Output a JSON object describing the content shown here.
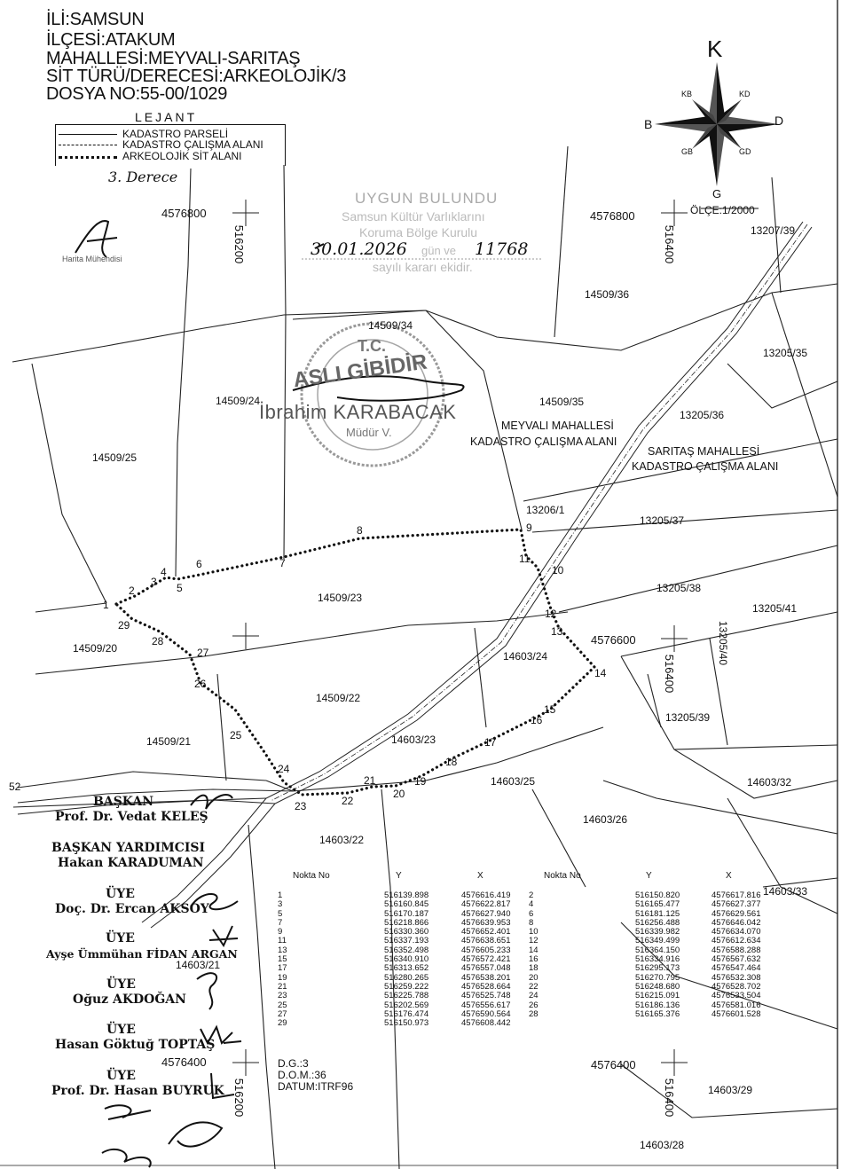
{
  "header": {
    "il": "İLİ:SAMSUN",
    "ilce": "İLÇESİ:ATAKUM",
    "mahalle": "MAHALLESİ:MEYVALI-SARITAŞ",
    "sit": "SİT TÜRÜ/DERECESİ:ARKEOLOJİK/3",
    "dosya": "DOSYA NO:55-00/1029"
  },
  "legend": {
    "title": "LEJANT",
    "items": [
      "KADASTRO PARSELİ",
      "KADASTRO ÇALIŞMA ALANI",
      "ARKEOLOJİK SİT ALANI"
    ],
    "handwritten": "3. Derece"
  },
  "compass": {
    "n": "K",
    "ne": "KD",
    "e": "D",
    "se": "GD",
    "s": "G",
    "sw": "GB",
    "w": "B",
    "nw": "KB"
  },
  "scale": "ÖLÇE:1/2000",
  "stamp": {
    "line1": "UYGUN BULUNDU",
    "line2": "Samsun Kültür Varlıklarını",
    "line3": "Koruma Bölge Kurulu",
    "line4_date": "30.01.2026",
    "line4_mid": "gün ve",
    "line4_no": "11768",
    "line5": "sayılı kararı ekidir.",
    "asli": "ASLI GİBİDİR",
    "tc": "T.C.",
    "name": "İbrahim KARABACAK",
    "title": "Müdür V."
  },
  "harita": "Harita Mühendisi",
  "grid_labels": {
    "y_top_left": "4576800",
    "y_top_right": "4576800",
    "x_top_left": "516200",
    "x_top_right": "516400",
    "y_mid_right": "4576600",
    "x_mid_right": "516400",
    "y_bottom_left": "4576400",
    "y_bottom_right": "4576400",
    "x_bottom_left": "516200",
    "x_bottom_right": "516400"
  },
  "parcels": {
    "p14509_34": "14509/34",
    "p14509_36": "14509/36",
    "p13207_39": "13207/39",
    "p13205_35": "13205/35",
    "p14509_24": "14509/24",
    "p14509_35": "14509/35",
    "p13205_36": "13205/36",
    "p14509_25": "14509/25",
    "p13206_1": "13206/1",
    "p13205_37": "13205/37",
    "p14509_23": "14509/23",
    "p13205_38": "13205/38",
    "p13205_41": "13205/41",
    "p14509_20": "14509/20",
    "p14603_24": "14603/24",
    "p13205_40": "13205/40",
    "p14509_22": "14509/22",
    "p13205_39": "13205/39",
    "p14509_21": "14509/21",
    "p14603_23": "14603/23",
    "p14603_25": "14603/25",
    "p14603_32": "14603/32",
    "p14603_22": "14603/22",
    "p14603_26": "14603/26",
    "p14603_33": "14603/33",
    "p14603_21": "14603/21",
    "p14603_29": "14603/29",
    "p14603_28": "14603/28",
    "p52": "52"
  },
  "areas": {
    "meyvali1": "MEYVALI MAHALLESİ",
    "meyvali2": "KADASTRO ÇALIŞMA ALANI",
    "saritas1": "SARITAŞ MAHALLESİ",
    "saritas2": "KADASTRO ÇALIŞMA ALANI"
  },
  "points": [
    "1",
    "2",
    "3",
    "4",
    "5",
    "6",
    "7",
    "8",
    "9",
    "10",
    "11",
    "12",
    "13",
    "14",
    "15",
    "16",
    "17",
    "18",
    "19",
    "20",
    "21",
    "22",
    "23",
    "24",
    "25",
    "26",
    "27",
    "28",
    "29"
  ],
  "committee": {
    "baskan_title": "BAŞKAN",
    "baskan": "Prof. Dr. Vedat KELEŞ",
    "yardimcisi_title": "BAŞKAN YARDIMCISI",
    "yardimcisi": "Hakan KARADUMAN",
    "uye_title": "ÜYE",
    "uye1": "Doç. Dr. Ercan AKSOY",
    "uye2": "Ayşe Ümmühan FİDAN ARGAN",
    "uye3": "Oğuz AKDOĞAN",
    "uye4": "Hasan Göktuğ TOPTAŞ",
    "uye5": "Prof. Dr. Hasan BUYRUK"
  },
  "datum": {
    "dg": "D.G.:3",
    "dom": "D.O.M.:36",
    "datum": "DATUM:ITRF96"
  },
  "coord_table": {
    "headers": {
      "no": "Nokta No",
      "y": "Y",
      "x": "X"
    },
    "left": [
      {
        "no": "1",
        "y": "516139.898",
        "x": "4576616.419"
      },
      {
        "no": "3",
        "y": "516160.845",
        "x": "4576622.817"
      },
      {
        "no": "5",
        "y": "516170.187",
        "x": "4576627.940"
      },
      {
        "no": "7",
        "y": "516218.866",
        "x": "4576639.953"
      },
      {
        "no": "9",
        "y": "516330.360",
        "x": "4576652.401"
      },
      {
        "no": "11",
        "y": "516337.193",
        "x": "4576638.651"
      },
      {
        "no": "13",
        "y": "516352.498",
        "x": "4576605.233"
      },
      {
        "no": "15",
        "y": "516340.910",
        "x": "4576572.421"
      },
      {
        "no": "17",
        "y": "516313.652",
        "x": "4576557.048"
      },
      {
        "no": "19",
        "y": "516280.265",
        "x": "4576538.201"
      },
      {
        "no": "21",
        "y": "516259.222",
        "x": "4576528.664"
      },
      {
        "no": "23",
        "y": "516225.788",
        "x": "4576525.748"
      },
      {
        "no": "25",
        "y": "516202.569",
        "x": "4576556.617"
      },
      {
        "no": "27",
        "y": "516176.474",
        "x": "4576590.564"
      },
      {
        "no": "29",
        "y": "516150.973",
        "x": "4576608.442"
      }
    ],
    "right": [
      {
        "no": "2",
        "y": "516150.820",
        "x": "4576617.816"
      },
      {
        "no": "4",
        "y": "516165.477",
        "x": "4576627.377"
      },
      {
        "no": "6",
        "y": "516181.125",
        "x": "4576629.561"
      },
      {
        "no": "8",
        "y": "516256.488",
        "x": "4576646.042"
      },
      {
        "no": "10",
        "y": "516339.982",
        "x": "4576634.070"
      },
      {
        "no": "12",
        "y": "516349.499",
        "x": "4576612.634"
      },
      {
        "no": "14",
        "y": "516364.150",
        "x": "4576588.288"
      },
      {
        "no": "16",
        "y": "516334.916",
        "x": "4576567.632"
      },
      {
        "no": "18",
        "y": "516295.173",
        "x": "4576547.464"
      },
      {
        "no": "20",
        "y": "516270.795",
        "x": "4576532.308"
      },
      {
        "no": "22",
        "y": "516248.680",
        "x": "4576528.702"
      },
      {
        "no": "24",
        "y": "516215.091",
        "x": "4576533.504"
      },
      {
        "no": "26",
        "y": "516186.136",
        "x": "4576581.016"
      },
      {
        "no": "28",
        "y": "516165.376",
        "x": "4576601.528"
      }
    ]
  }
}
